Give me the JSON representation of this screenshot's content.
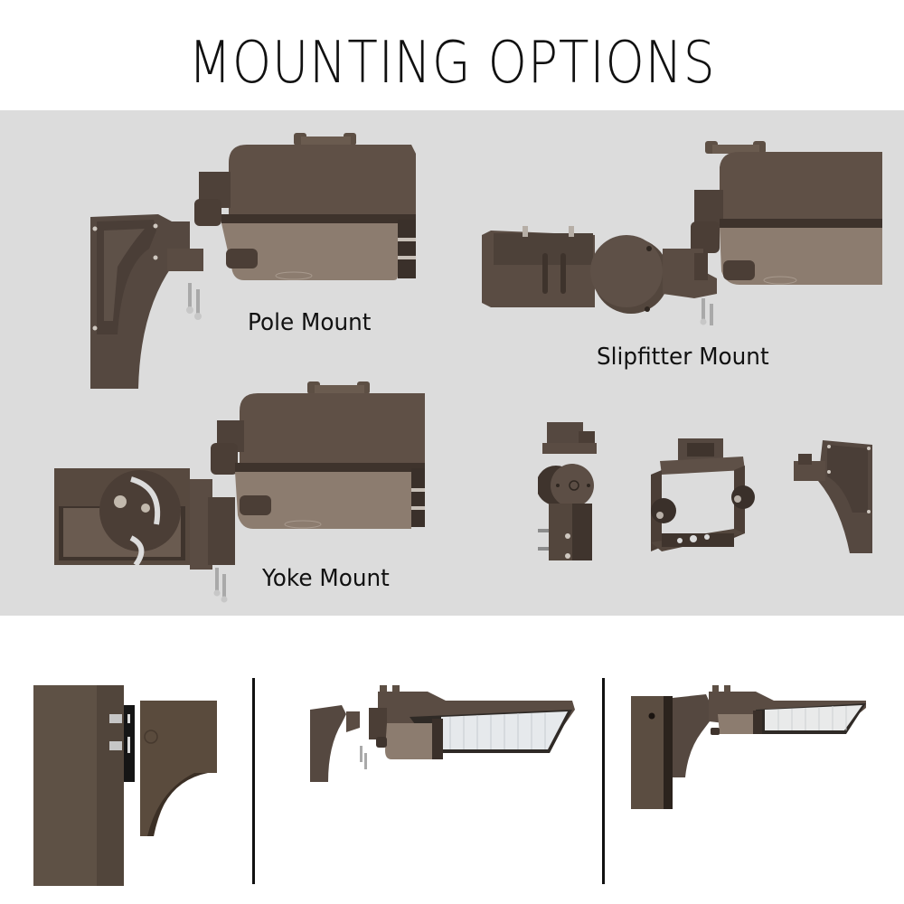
{
  "header": {
    "title": "MOUNTING OPTIONS"
  },
  "panel": {
    "background_color": "#dcdcdc",
    "mounts": [
      {
        "label": "Pole Mount",
        "image": "pole-mount-exploded"
      },
      {
        "label": "Slipfitter Mount",
        "image": "slipfitter-mount-exploded"
      },
      {
        "label": "Yoke Mount",
        "image": "yoke-mount-exploded"
      }
    ],
    "accessories": [
      {
        "image": "slipfitter-bracket"
      },
      {
        "image": "yoke-bracket"
      },
      {
        "image": "pole-arm-bracket"
      }
    ]
  },
  "bottom_row": {
    "images": [
      {
        "image": "square-pole-with-arm-bracket"
      },
      {
        "image": "arm-bracket-and-fixture-exploded"
      },
      {
        "image": "fixture-installed-on-pole"
      }
    ]
  },
  "colors": {
    "bronze": "#5a4a3e",
    "bronze_light": "#8a7a6c",
    "text": "#111111",
    "divider": "#111111"
  }
}
